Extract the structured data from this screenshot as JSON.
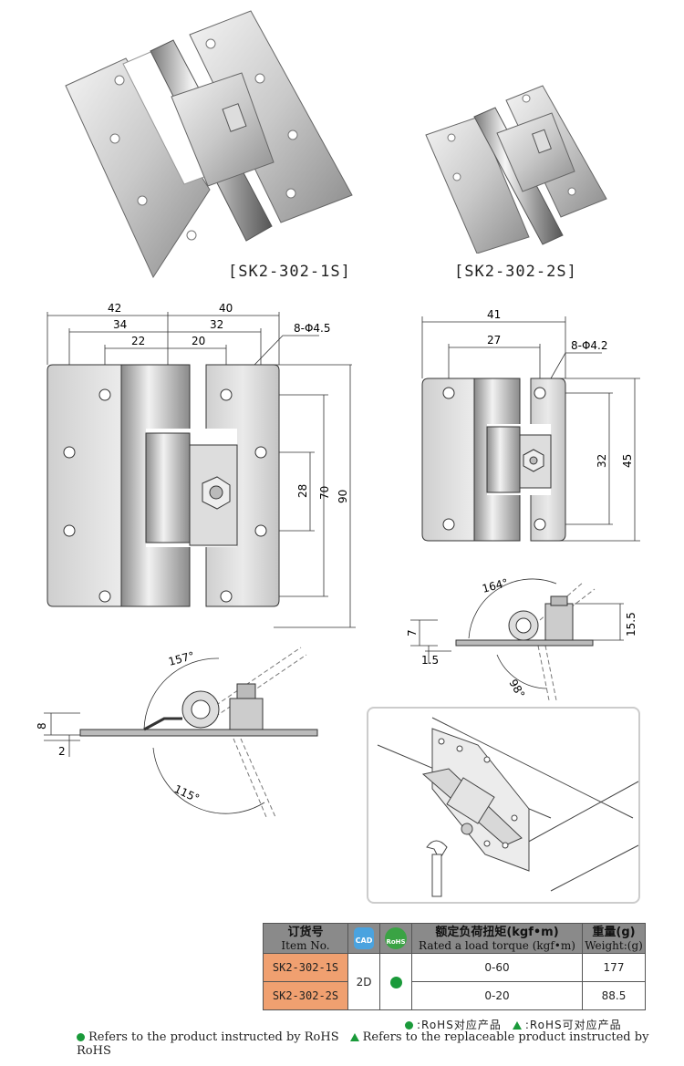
{
  "products": [
    {
      "code_label": "[SK2-302-1S]"
    },
    {
      "code_label": "[SK2-302-2S]"
    }
  ],
  "drawing1": {
    "dims": {
      "w42": "42",
      "w40": "40",
      "w34": "34",
      "w32": "32",
      "w22": "22",
      "w20": "20",
      "holes": "8-Φ4.5",
      "h28": "28",
      "h70": "70",
      "h90": "90"
    }
  },
  "drawing2": {
    "dims": {
      "w41": "41",
      "w27": "27",
      "holes": "8-Φ4.2",
      "h32": "32",
      "h45": "45"
    }
  },
  "side1": {
    "angle_open": "157°",
    "angle_close": "115°",
    "t8": "8",
    "t2": "2"
  },
  "side2": {
    "angle_open": "164°",
    "angle_close": "98°",
    "t7": "7",
    "t1_5": "1.5",
    "h15_5": "15.5"
  },
  "table": {
    "hdr_item_cn": "订货号",
    "hdr_item_en": "Item No.",
    "hdr_cad": "CAD",
    "hdr_rohs": "RoHS",
    "hdr_torque_cn": "额定负荷扭矩(kgf•m)",
    "hdr_torque_en": "Rated a load torque (kgf•m)",
    "hdr_weight_cn": "重量(g)",
    "hdr_weight_en": "Weight:(g)",
    "cad_value": "2D",
    "rows": [
      {
        "item": "SK2-302-1S",
        "torque": "0-60",
        "weight": "177"
      },
      {
        "item": "SK2-302-2S",
        "torque": "0-20",
        "weight": "88.5"
      }
    ]
  },
  "legend": {
    "cn_rohs": ":RoHS对应产品",
    "cn_replace": ":RoHS可对应产品",
    "en_rohs": "Refers to the product instructed by RoHS",
    "en_replace": "Refers to the replaceable product instructed by RoHS"
  },
  "colors": {
    "rohs_green": "#1a9a3a",
    "item_orange": "#f0a070",
    "header_gray": "#8a8a8a"
  }
}
